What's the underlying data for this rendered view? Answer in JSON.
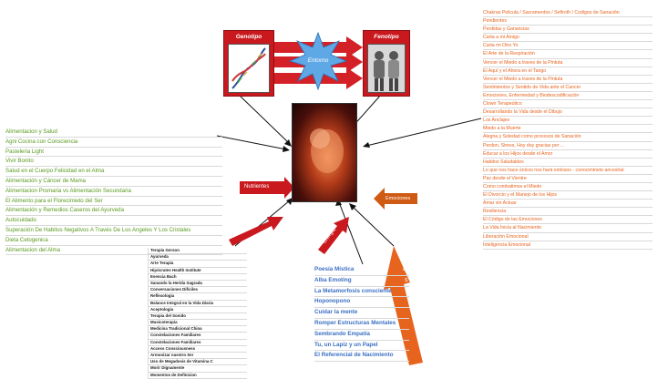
{
  "genotipo": {
    "label": "Genotipo"
  },
  "fenotipo": {
    "label": "Fenotipo"
  },
  "entorno": {
    "label": "Entorno"
  },
  "nutrientes": {
    "label": "Nutrientes"
  },
  "emociones": {
    "label": "Emociones"
  },
  "toxicos": {
    "label": "Tóxicos"
  },
  "energia": {
    "label": "Energía"
  },
  "espiritu": {
    "letters": [
      "E",
      "s",
      "p",
      "í",
      "r",
      "i",
      "t",
      "u"
    ]
  },
  "green_list": [
    "Alimentacion y Salud",
    "Agni Cocina con Consciencia",
    "Pasteleria Light",
    "Vivir Bonito",
    "Salud en el Cuerpo Felicidad en el Alma",
    "Alimentación y Cáncer de Mama",
    "Alimentacion Promaria vs Alimentación Secundaria",
    "El Alimento para el Florecimieto del Ser",
    "Alimentación y Remedios Caseros del Ayurveda",
    "Autocuidado",
    "Superación De Habitos Negativos A Través De Los Angeles Y Los Cristales",
    "Dieta Cetogenica",
    "Alimentacion del Alma"
  ],
  "orange_list": [
    "Chakras Pelicula /   Sacramentos / Sefiroth / Codigos de Sanación",
    "Pendientes",
    "Perdidas y Ganancias",
    "Carta a mi Amigo",
    "Carta mi Otro Yo",
    "El Arte de la Respiración",
    "Vencer el Miedo a traves de la Pintuta",
    "El Aquí y el Ahora en el Tango",
    "Vencer el Miedo a traves de la Pintuta",
    "Sentimientos y Sentido de Vida ante el Cancer",
    "Emociones, Enfermedad y Biodescodificación",
    "Clown Terapeútico",
    "Desarrollando la Vida desde el Dibujo",
    "Los Anclajes",
    "Miedo a la Muerte",
    "Alegria y Soledad como procesos de Sanación",
    "Perdon, Stress, Hoy doy gracias por ...",
    "Educar a los Hijos desde el Amor",
    "Habitos Saludables",
    "Lo que nos hace únicos nos hará exitosos - conocimineto ancestral",
    "Paz desde el Vientre",
    "Como combatimos el Miedo",
    "El Divorcio y el Manejo de los Hijos",
    "Amar sin Actuar",
    "Resiliencia",
    "El Código de las Emociones",
    "La Vida Inicia al Nacimiento",
    "Liberación Emocional",
    "Inteligencia Emocional"
  ],
  "therapy_list": [
    "Terapia Gerson",
    "Ayurveda",
    "Arte Terapia",
    "Hipócrates Health Institute",
    "Esencia Bach",
    "Sanando la Herida Sagrada",
    "Conversaciones Difíciles",
    "Reflexologia",
    "Balance Integral en la Vida Diaria",
    "Aceptologia",
    "Terapia del Sonido",
    "Musicoterapia",
    "Medicina Tradicional China",
    "Constelaciones Familiares",
    "Constelaciones Familiares",
    "Access Consciousness",
    "Armonizar nuestro Ser",
    "Uso de Megadosis de Vitamina C",
    "Morir Dignamente",
    "Momentos de Definicion"
  ],
  "blue_list": [
    "Poesía Mística",
    "Alba Emoting",
    "La Metamorfosis consciente",
    "Hoponopono",
    "Cuidar la mente",
    "Romper Estructuras Mentales",
    "Sembrando Empatía",
    "Tu, un Lapiz y un Papel",
    "El Referencial de Nacimiento"
  ],
  "colors": {
    "red_box": "#c9191f",
    "green_text": "#5a9a1e",
    "orange_text": "#e8641e",
    "blue_text": "#3a6fc4",
    "burst": "#5fa8e6"
  }
}
